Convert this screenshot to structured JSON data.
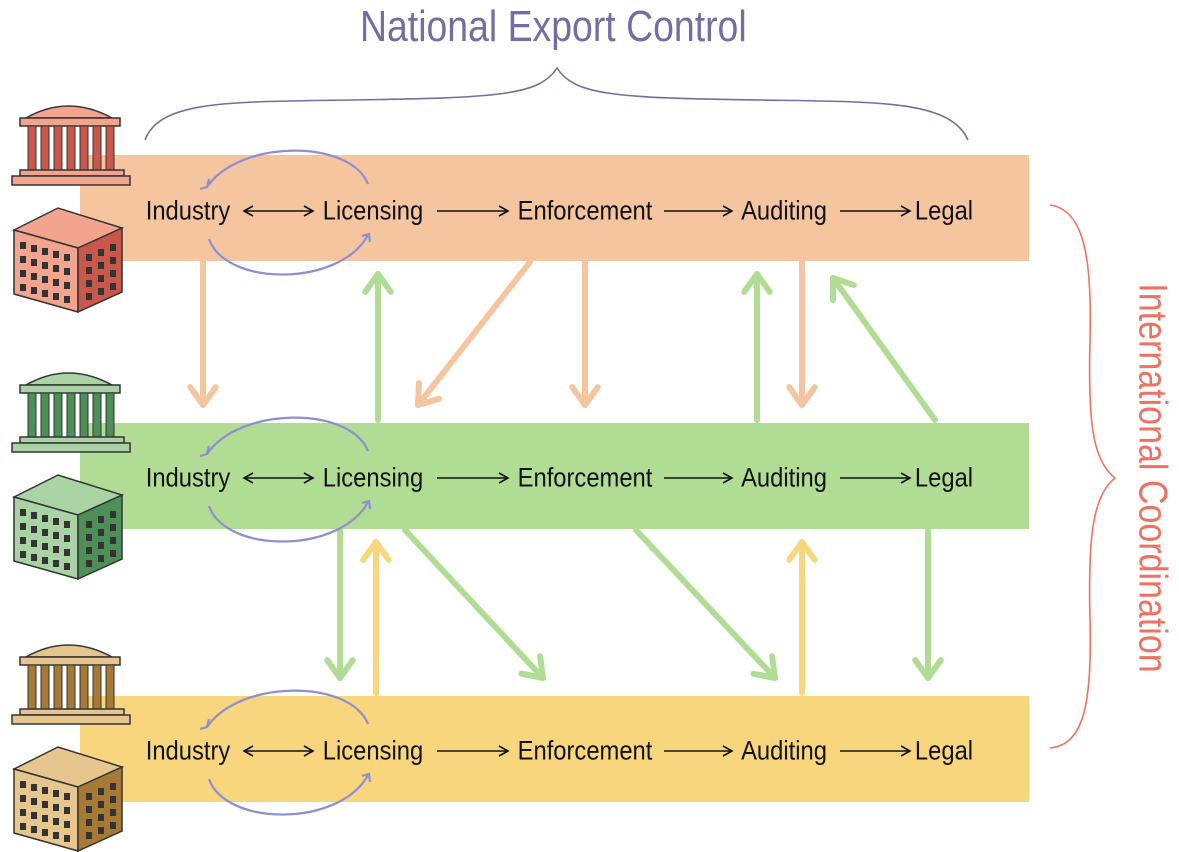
{
  "titles": {
    "top": "National Export Control",
    "side": "International Coordination"
  },
  "stages": [
    "Industry",
    "Licensing",
    "Enforcement",
    "Auditing",
    "Legal"
  ],
  "bands": [
    {
      "id": "red",
      "fill": "#f5c5a0",
      "building_dark": "#c9584a",
      "building_light": "#f3a48e",
      "arrow": "#f5c5a0"
    },
    {
      "id": "green",
      "fill": "#b1dc94",
      "building_dark": "#4e8f57",
      "building_light": "#a9d3a4",
      "arrow": "#b1dc94"
    },
    {
      "id": "yellow",
      "fill": "#f7d67e",
      "building_dark": "#a67a35",
      "building_light": "#e6c58e",
      "arrow": "#f7d67e"
    }
  ],
  "colors": {
    "loop": "#8f8fd0",
    "brace_top": "#6f6fa6",
    "brace_side": "#ee7261"
  },
  "icons": [
    "government-building-icon",
    "office-building-icon"
  ]
}
